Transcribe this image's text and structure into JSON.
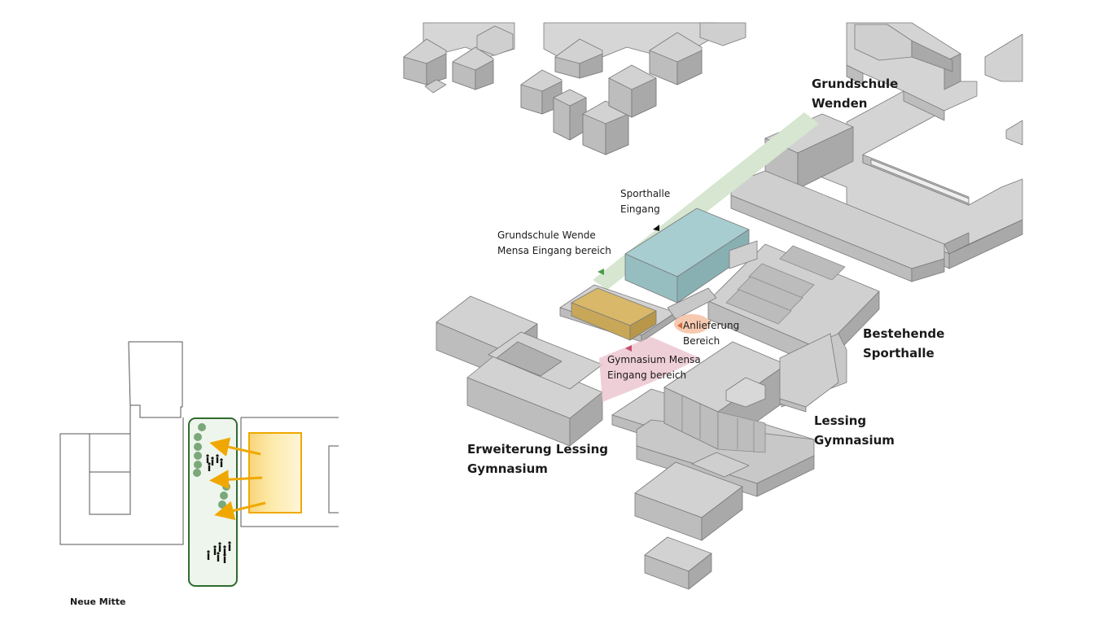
{
  "colors": {
    "building_top": "#d2d2d2",
    "building_left": "#bdbdbd",
    "building_right": "#a9a9a9",
    "edge": "#7a7a7a",
    "sporthalle": "#a8cdd0",
    "mensa": "#d9b86a",
    "path_green": "#d6e6d0",
    "anlieferung": "#f6c9b0",
    "gym_zone": "#ecc7d0",
    "green_strip": "#2f6b2f",
    "arrow_orange": "#f0a800"
  },
  "labels": {
    "grundschule_wenden": [
      "Grundschule",
      "Wenden"
    ],
    "sporthalle_eingang": [
      "Sporthalle",
      "Eingang"
    ],
    "mensa_eingang": [
      "Grundschule Wende",
      "Mensa Eingang bereich"
    ],
    "anlieferung": [
      "Anlieferung",
      "Bereich"
    ],
    "bestehende_sporthalle": [
      "Bestehende",
      "Sporthalle"
    ],
    "gymnasium_mensa": [
      "Gymnasium Mensa",
      "Eingang bereich"
    ],
    "lessing_gymnasium": [
      "Lessing",
      "Gymnasium"
    ],
    "erweiterung": [
      "Erweiterung Lessing",
      "Gymnasium"
    ],
    "neue_mitte": "Neue Mitte"
  }
}
